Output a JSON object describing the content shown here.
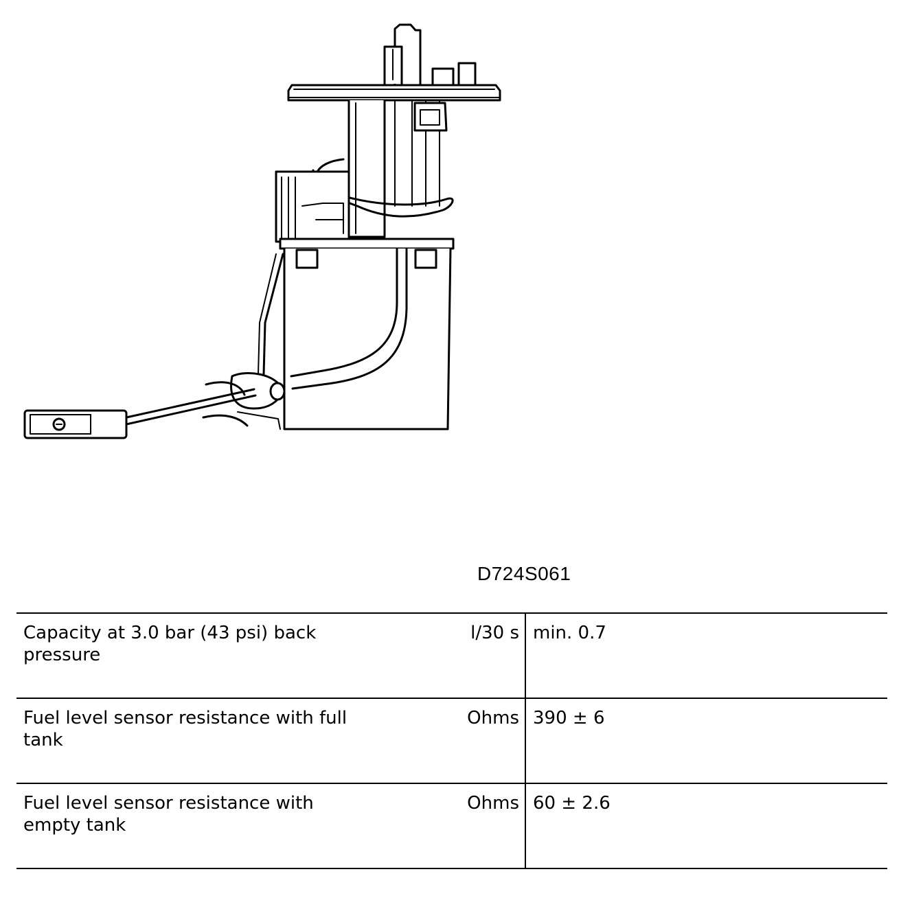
{
  "figure": {
    "code": "D724S061"
  },
  "specs": [
    {
      "label": "Capacity at 3.0 bar (43 psi) back pressure",
      "unit": "l/30 s",
      "value": "min. 0.7"
    },
    {
      "label": "Fuel level sensor resistance with full tank",
      "unit": "Ohms",
      "value": "390 ± 6"
    },
    {
      "label": "Fuel level sensor resistance with empty tank",
      "unit": "Ohms",
      "value": "60 ± 2.6"
    }
  ]
}
